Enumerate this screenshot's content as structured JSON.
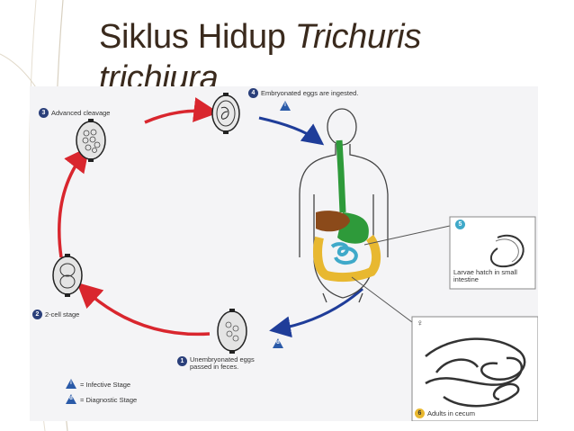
{
  "slide": {
    "title_plain": "Siklus Hidup ",
    "title_italic_1": "Trichuris",
    "title_italic_2": "trichiura"
  },
  "diagram": {
    "stages": [
      {
        "number": "1",
        "label": "Unembryonated eggs passed in feces."
      },
      {
        "number": "2",
        "label": "2-cell stage"
      },
      {
        "number": "3",
        "label": "Advanced cleavage"
      },
      {
        "number": "4",
        "label": "Embryonated eggs are ingested."
      },
      {
        "number": "5",
        "label": "Larvae hatch in small intestine"
      },
      {
        "number": "6",
        "label": "Adults in cecum"
      }
    ],
    "stage_markers": {
      "infective": "i",
      "diagnostic": "d"
    },
    "legend": [
      {
        "marker": "i",
        "label": "= Infective Stage"
      },
      {
        "marker": "d",
        "label": "= Diagnostic Stage"
      }
    ],
    "adult_sex_symbol": "♀",
    "colors": {
      "red_arrow": "#d9262e",
      "blue_arrow": "#1f3d99",
      "liver": "#8b4a1a",
      "stomach": "#2e9a3a",
      "colon": "#e8b830",
      "small_intestine": "#3fa9c9"
    }
  }
}
